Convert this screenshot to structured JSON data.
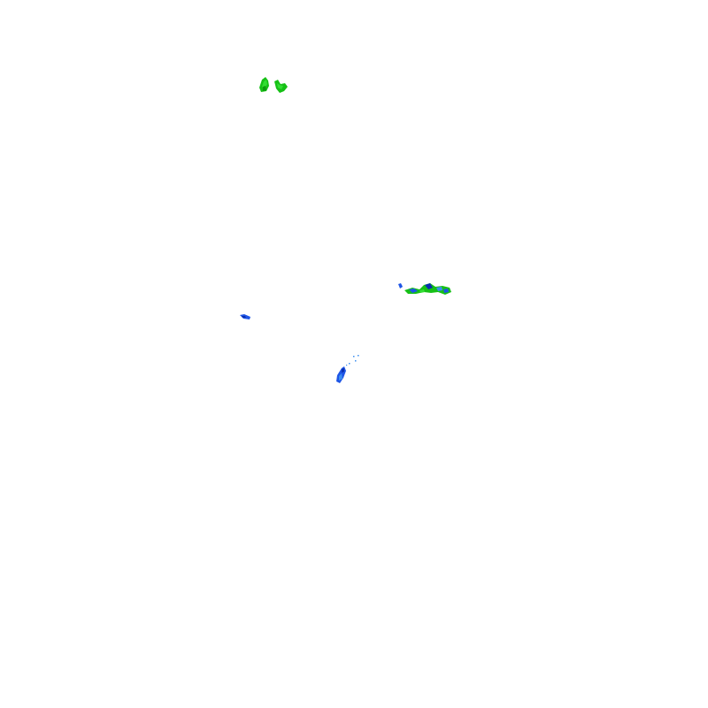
{
  "map": {
    "type": "weather-radar-reflectivity-overlay",
    "background": "#ffffff",
    "colors": {
      "light_green": "#33dd33",
      "green": "#16c016",
      "dark_green": "#0f9a0f",
      "blue": "#1e55e6",
      "light_blue": "#3d8ff0",
      "dark_blue": "#0a2fb0"
    },
    "echo_regions": [
      {
        "id": "north-cluster",
        "intensity": "light"
      },
      {
        "id": "east-band",
        "intensity": "light-moderate"
      },
      {
        "id": "west-cell",
        "intensity": "moderate"
      },
      {
        "id": "central-cell",
        "intensity": "moderate"
      }
    ]
  }
}
